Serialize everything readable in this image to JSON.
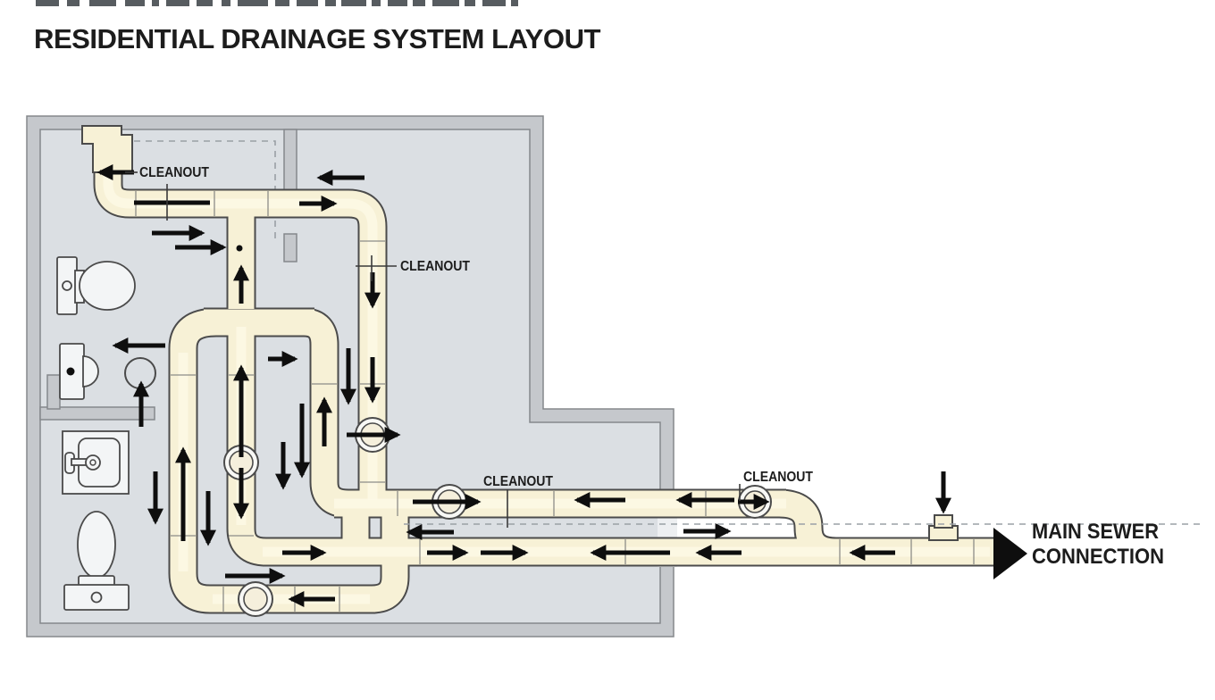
{
  "title": "RESIDENTIAL DRAINAGE SYSTEM LAYOUT",
  "labels": {
    "cleanout": "CLEANOUT",
    "main_sewer_line1": "MAIN SEWER",
    "main_sewer_line2": "CONNECTION"
  },
  "diagram": {
    "cleanout_label_count": 4,
    "cleanout_access_cap_count": 5,
    "fixtures": [
      "toilet",
      "urinal",
      "floor-drain",
      "sink",
      "toilet"
    ]
  },
  "colors": {
    "background": "#ffffff",
    "floor": "#dbdfe3",
    "wall": "#c5c8cc",
    "wall_edge": "#85888c",
    "pipe_fill": "#f7f1d6",
    "pipe_outline": "#4b4b4b",
    "flow_arrow": "#0e0e0e",
    "dashed_line": "#9aa0a5",
    "text": "#1c1c1c"
  }
}
